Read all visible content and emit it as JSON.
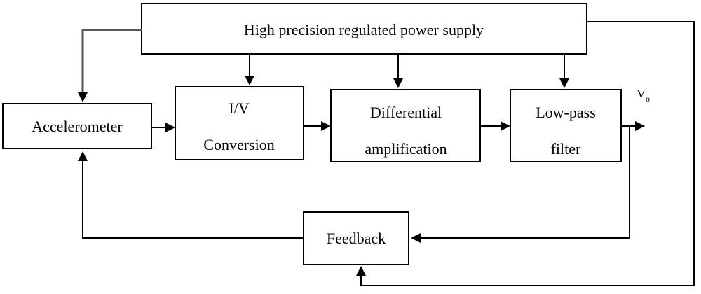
{
  "blocks": {
    "power_supply": "High precision regulated power supply",
    "accelerometer": "Accelerometer",
    "iv_conversion": [
      "I/V",
      "Conversion"
    ],
    "differential_amplification": [
      "Differential",
      "amplification"
    ],
    "low_pass_filter": [
      "Low-pass",
      "filter"
    ],
    "feedback": "Feedback"
  },
  "output_label": "V",
  "output_subscript": "o"
}
